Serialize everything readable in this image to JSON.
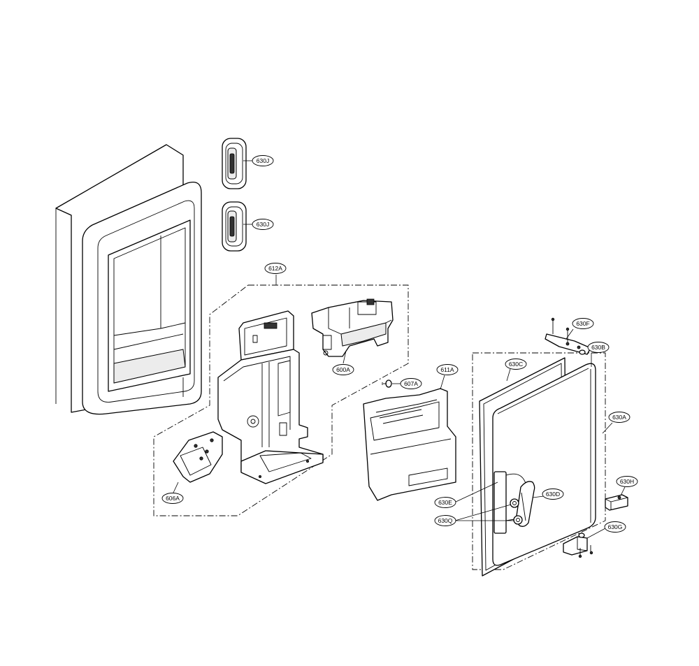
{
  "callouts": [
    {
      "id": "630J-upper",
      "label": "630J"
    },
    {
      "id": "630J-lower",
      "label": "630J"
    },
    {
      "id": "612A",
      "label": "612A"
    },
    {
      "id": "600A",
      "label": "600A"
    },
    {
      "id": "607A",
      "label": "607A"
    },
    {
      "id": "611A",
      "label": "611A"
    },
    {
      "id": "606A",
      "label": "606A"
    },
    {
      "id": "630F",
      "label": "630F"
    },
    {
      "id": "630B",
      "label": "630B"
    },
    {
      "id": "630C",
      "label": "630C"
    },
    {
      "id": "630A",
      "label": "630A"
    },
    {
      "id": "630H",
      "label": "630H"
    },
    {
      "id": "630E",
      "label": "630E"
    },
    {
      "id": "630D",
      "label": "630D"
    },
    {
      "id": "630Q",
      "label": "630Q"
    },
    {
      "id": "630G",
      "label": "630G"
    }
  ]
}
